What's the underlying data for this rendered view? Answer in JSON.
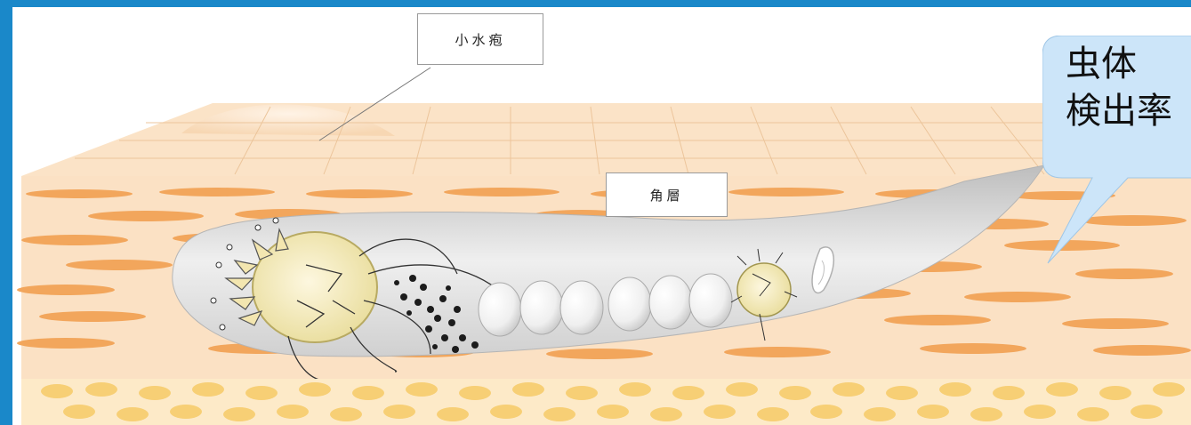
{
  "labels": {
    "vesicle": "小水疱",
    "stratum_corneum": "角層"
  },
  "callout": {
    "line1": "虫体",
    "line2": "検出率"
  },
  "colors": {
    "background": "#1a88c9",
    "skin_surface": "#fbe3c7",
    "skin_layer": "#fbe1c4",
    "cell_orange": "#f2a65c",
    "cell_yellow": "#f7cf75",
    "burrow": "#d8d8d8",
    "callout": "#cce5f9"
  }
}
